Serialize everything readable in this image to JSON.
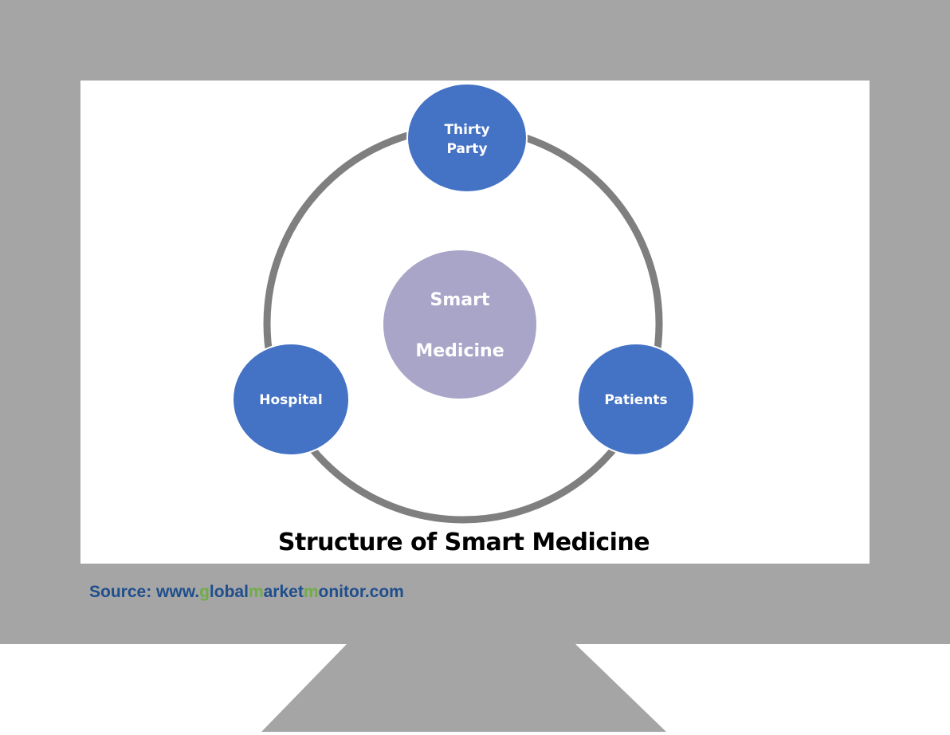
{
  "diagram": {
    "title": "Structure of Smart Medicine",
    "center": {
      "line1": "Smart",
      "line2": "Medicine"
    },
    "nodes": {
      "top": {
        "line1": "Thirty",
        "line2": "Party"
      },
      "left": {
        "label": "Hospital"
      },
      "right": {
        "label": "Patients"
      }
    }
  },
  "source": {
    "prefix": "Source: www.",
    "parts": [
      "g",
      "lobal",
      "m",
      "arket",
      "m",
      "onitor.com"
    ]
  },
  "colors": {
    "monitor": "#a5a5a5",
    "node": "#4472c4",
    "center": "#a9a5c8",
    "ring": "#7f7f7f",
    "source_text": "#1f4e8c",
    "source_highlight": "#70ad47"
  }
}
